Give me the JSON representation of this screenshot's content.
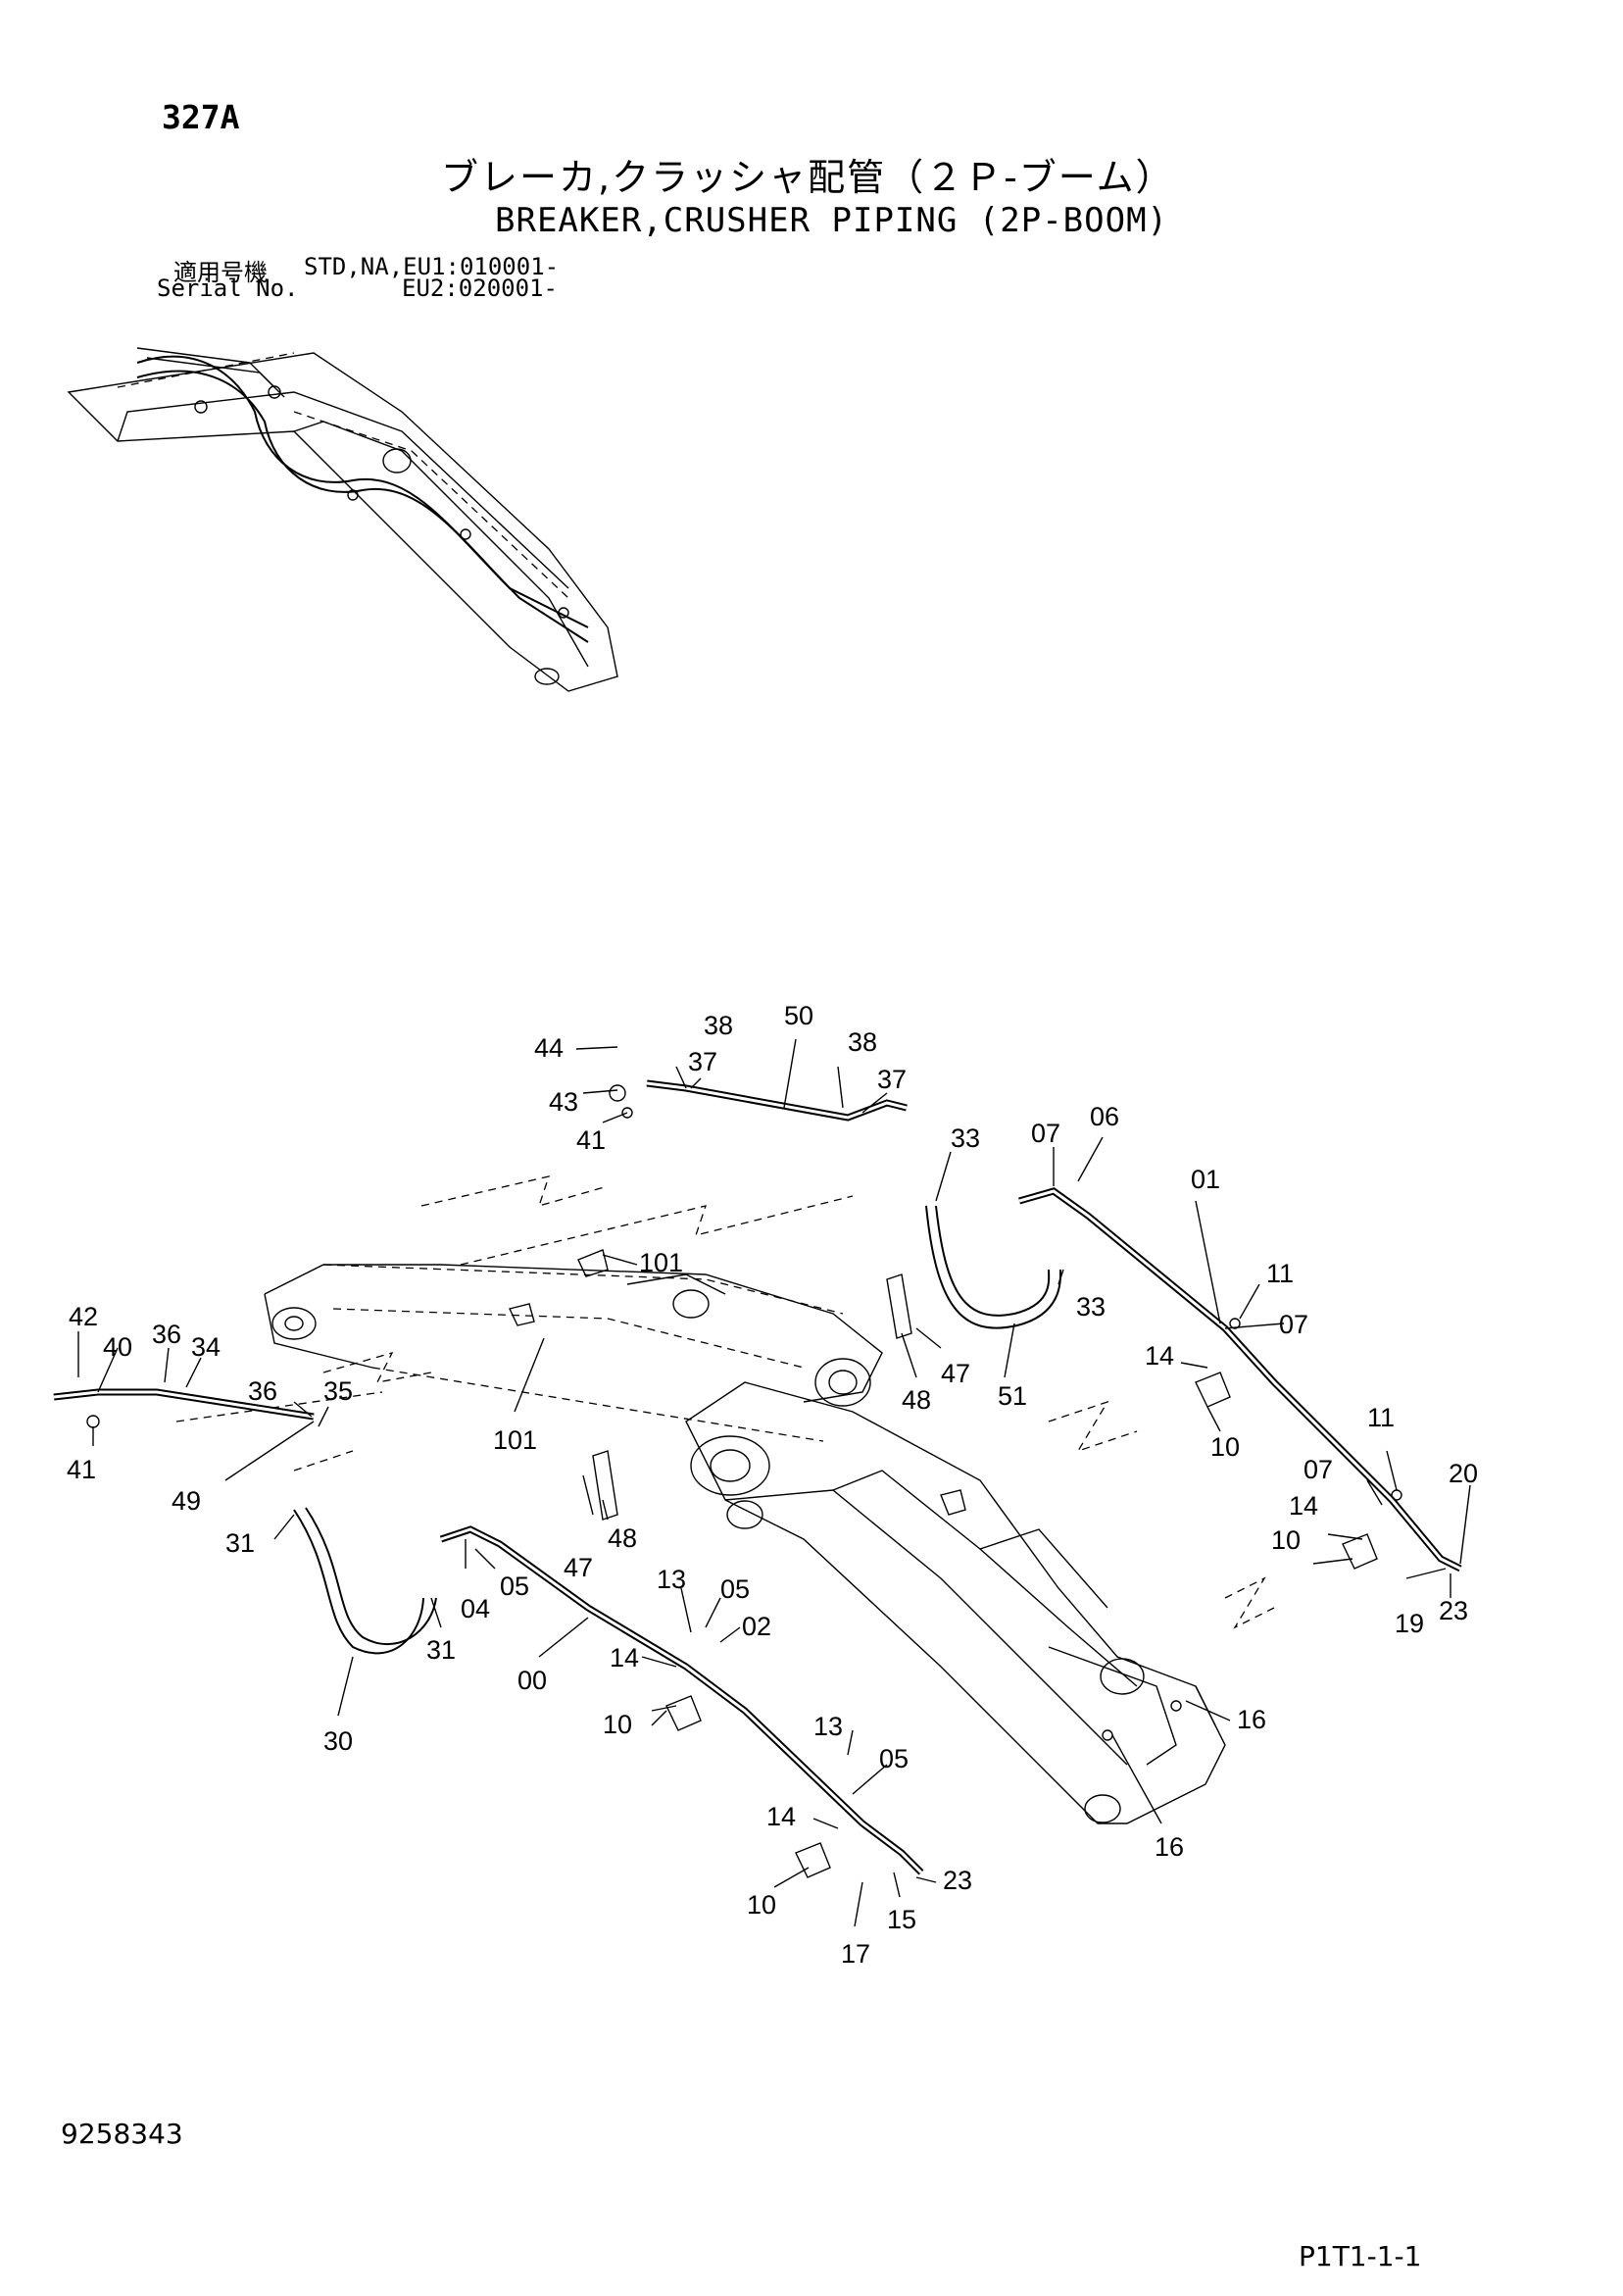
{
  "header": {
    "page_code": "327A",
    "title_jp": "ブレーカ,クラッシャ配管（２Ｐ-ブーム）",
    "title_en": "BREAKER,CRUSHER PIPING (2P-BOOM)",
    "serial_label_jp": "適用号機",
    "serial_label_en": "Serial No.",
    "serial_line1": "STD,NA,EU1:010001-",
    "serial_line2": "EU2:020001-"
  },
  "footer": {
    "doc_number": "9258343",
    "page_ref": "P1T1-1-1"
  },
  "callouts": {
    "c44": "44",
    "c38a": "38",
    "c50": "50",
    "c38b": "38",
    "c37a": "37",
    "c37b": "37",
    "c43": "43",
    "c41a": "41",
    "c33a": "33",
    "c07a": "07",
    "c06": "06",
    "c01": "01",
    "c101a": "101",
    "c33b": "33",
    "c11a": "11",
    "c07b": "07",
    "c42": "42",
    "c36a": "36",
    "c34": "34",
    "c40": "40",
    "c47a": "47",
    "c48a": "48",
    "c51": "51",
    "c14a": "14",
    "c36b": "36",
    "c35": "35",
    "c10a": "10",
    "c101b": "101",
    "c11b": "11",
    "c41b": "41",
    "c07c": "07",
    "c20": "20",
    "c49": "49",
    "c14b": "14",
    "c48b": "48",
    "c31a": "31",
    "c47b": "47",
    "c10b": "10",
    "c04": "04",
    "c05a": "05",
    "c13a": "13",
    "c05b": "05",
    "c02": "02",
    "c19": "19",
    "c23a": "23",
    "c31b": "31",
    "c00": "00",
    "c14c": "14",
    "c10c": "10",
    "c16a": "16",
    "c30": "30",
    "c13b": "13",
    "c05c": "05",
    "c14d": "14",
    "c16b": "16",
    "c23b": "23",
    "c10d": "10",
    "c15": "15",
    "c17": "17"
  }
}
